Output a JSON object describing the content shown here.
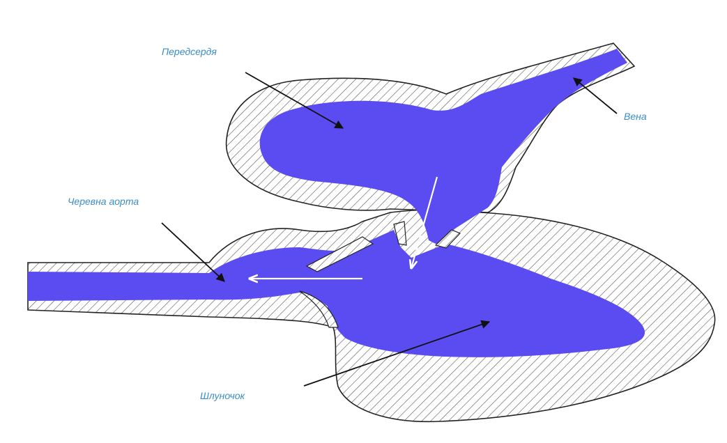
{
  "labels": {
    "atrium": "Передсердя",
    "vein": "Вена",
    "aorta": "Черевна аорта",
    "ventricle": "Шлуночок"
  },
  "colors": {
    "blood": "#5a4cf0",
    "wall_stroke": "#222222",
    "hatch": "#555555",
    "label_text": "#3a8cc8",
    "pointer_arrow": "#111111",
    "flow_arrow": "#ffffff"
  }
}
